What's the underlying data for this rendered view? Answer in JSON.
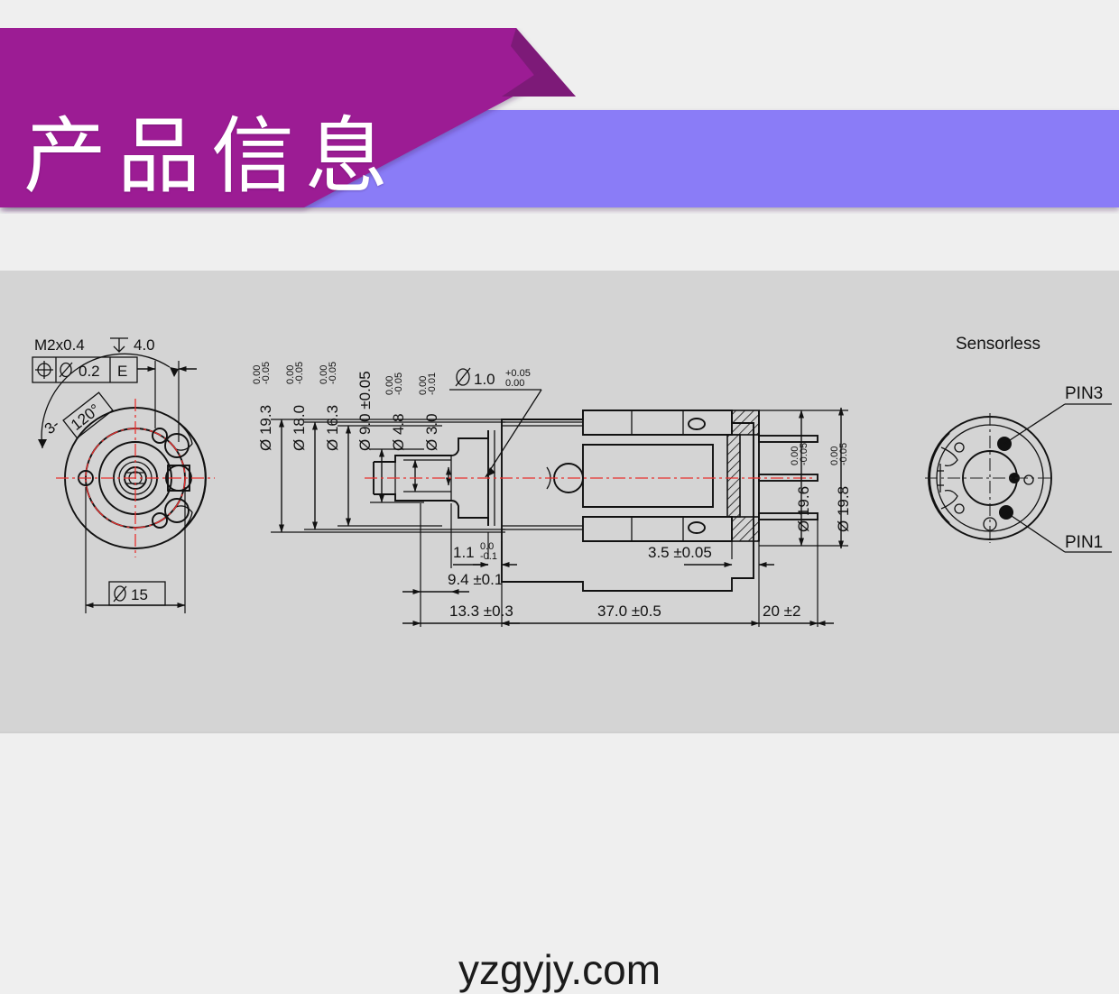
{
  "header": {
    "title": "产品信息",
    "banner_color": "#9c1f94",
    "banner_fold_color": "#7d1a78",
    "banner_accent_color": "#8a7bf7"
  },
  "page": {
    "background": "#efefef",
    "drawing_background": "#d4d4d4",
    "watermark": "yzgyjy.com"
  },
  "drawing": {
    "left_view": {
      "thread_note": "M2x0.4",
      "thread_depth_symbol": "↧",
      "thread_depth": "4.0",
      "fcf": {
        "symbol": "⌖",
        "diameter_symbol": "Ø",
        "tolerance": "0.2",
        "datum": "E"
      },
      "angle_note_prefix": "3-",
      "angle_note": "120°",
      "bolt_circle_dim": "Ø 15"
    },
    "section_view": {
      "vertical_dims": [
        {
          "value": "Ø 19.3",
          "tol_upper": "0.00",
          "tol_lower": "-0.05"
        },
        {
          "value": "Ø 18.0",
          "tol_upper": "0.00",
          "tol_lower": "-0.05"
        },
        {
          "value": "Ø 16.3",
          "tol_upper": "0.00",
          "tol_lower": "-0.05"
        },
        {
          "value": "Ø 9.0 ±0.05",
          "tol_upper": "",
          "tol_lower": ""
        },
        {
          "value": "Ø 4.8",
          "tol_upper": "0.00",
          "tol_lower": "-0.05"
        },
        {
          "value": "Ø 3.0",
          "tol_upper": "0.00",
          "tol_lower": "-0.01"
        }
      ],
      "leader_dim": {
        "value": "Ø 1.0",
        "tol_upper": "+0.05",
        "tol_lower": "0.00"
      },
      "right_vertical_dims": [
        {
          "value": "Ø 19.6",
          "tol_upper": "0.00",
          "tol_lower": "-0.05"
        },
        {
          "value": "Ø 19.8",
          "tol_upper": "0.00",
          "tol_lower": "-0.05"
        }
      ],
      "horizontal_dims": [
        {
          "value": "1.1",
          "tol_upper": "0.0",
          "tol_lower": "-0.1"
        },
        {
          "value": "9.4 ±0.1",
          "tol_upper": "",
          "tol_lower": ""
        },
        {
          "value": "13.3 ±0.3",
          "tol_upper": "",
          "tol_lower": ""
        },
        {
          "value": "37.0 ±0.5",
          "tol_upper": "",
          "tol_lower": ""
        },
        {
          "value": "3.5 ±0.05",
          "tol_upper": "",
          "tol_lower": ""
        },
        {
          "value": "20 ±2",
          "tol_upper": "",
          "tol_lower": ""
        }
      ]
    },
    "right_view": {
      "caption": "Sensorless",
      "pin_labels": [
        "PIN3",
        "PIN1"
      ]
    }
  }
}
